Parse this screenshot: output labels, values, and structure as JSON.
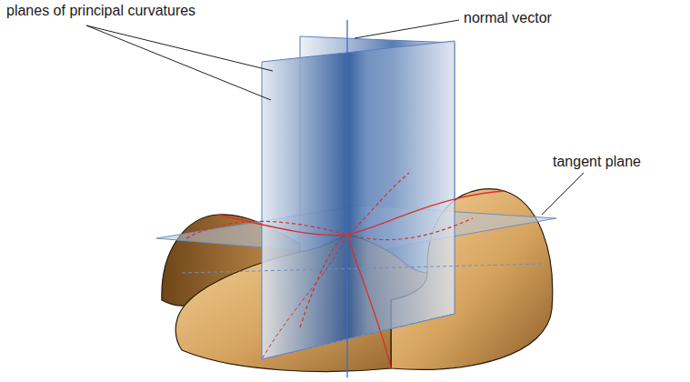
{
  "diagram": {
    "labels": [
      "planes of principal curvatures",
      "normal vector",
      "tangent plane"
    ]
  }
}
